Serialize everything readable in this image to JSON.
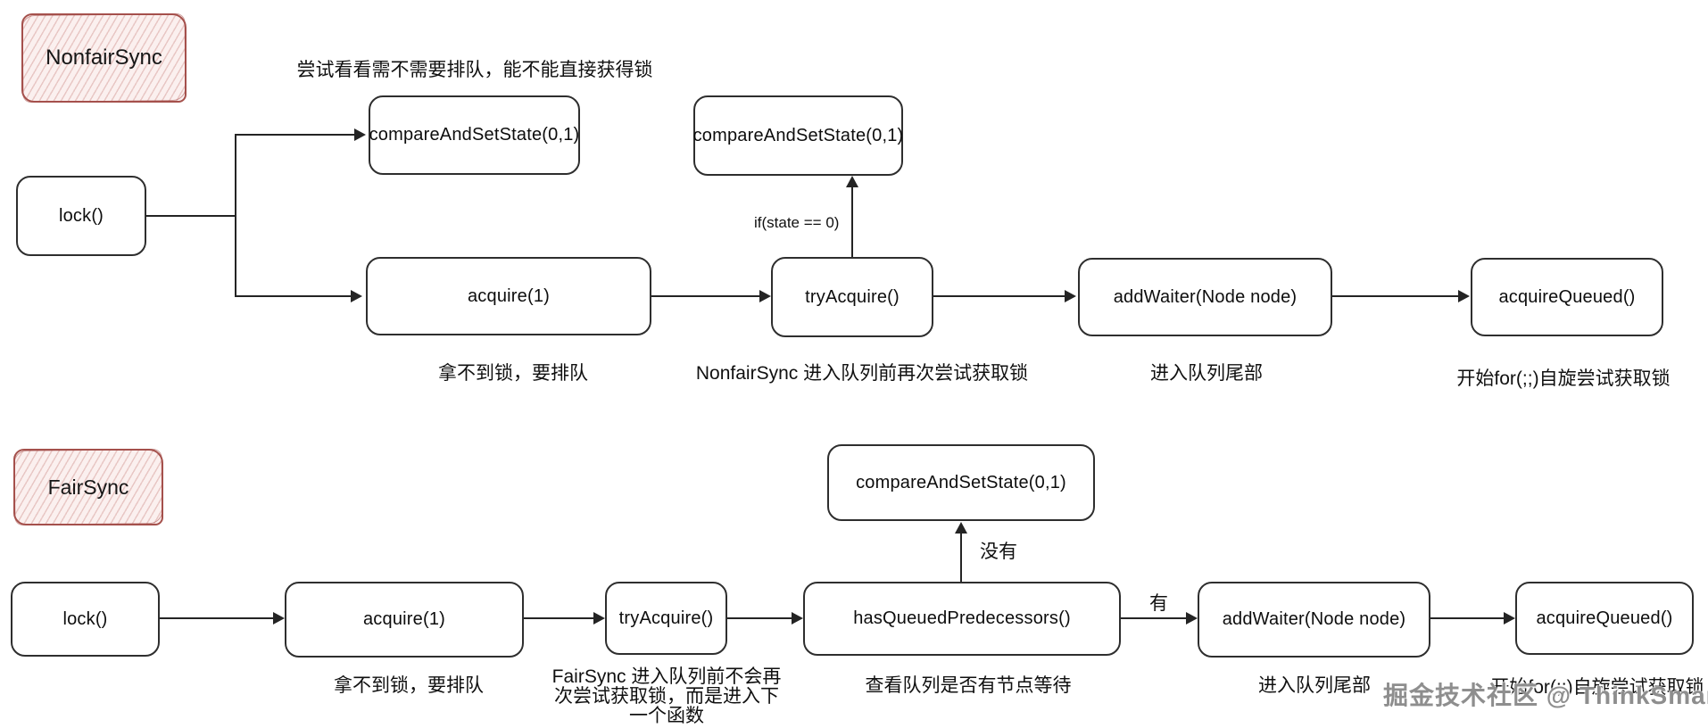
{
  "nonfair": {
    "tag": "NonfairSync",
    "note_top": "尝试看看需不需要排队，能不能直接获得锁",
    "lock": "lock()",
    "cas_direct": "compareAndSetState(0,1)",
    "cas_retry": "compareAndSetState(0,1)",
    "acquire": "acquire(1)",
    "try_acquire": "tryAcquire()",
    "add_waiter": "addWaiter(Node node)",
    "acquire_queued": "acquireQueued()",
    "if_label": "if(state == 0)",
    "note_acquire": "拿不到锁，要排队",
    "note_try": "NonfairSync 进入队列前再次尝试获取锁",
    "note_add_waiter": "进入队列尾部",
    "note_acquire_queued": "开始for(;;)自旋尝试获取锁"
  },
  "fair": {
    "tag": "FairSync",
    "lock": "lock()",
    "acquire": "acquire(1)",
    "try_acquire": "tryAcquire()",
    "has_queued": "hasQueuedPredecessors()",
    "cas": "compareAndSetState(0,1)",
    "add_waiter": "addWaiter(Node node)",
    "acquire_queued": "acquireQueued()",
    "label_no": "没有",
    "label_yes": "有",
    "note_acquire": "拿不到锁，要排队",
    "note_try_1": "FairSync 进入队列前不会再",
    "note_try_2": "次尝试获取锁，而是进入下",
    "note_try_3": "一个函数",
    "note_has_queued": "查看队列是否有节点等待",
    "note_add_waiter": "进入队列尾部",
    "note_acquire_queued": "开始for(;;)自旋尝试获取锁"
  },
  "watermark": "掘金技术社区 @ ThinkSmart",
  "colors": {
    "sketch_border": "#a5514c",
    "line": "#242424"
  }
}
